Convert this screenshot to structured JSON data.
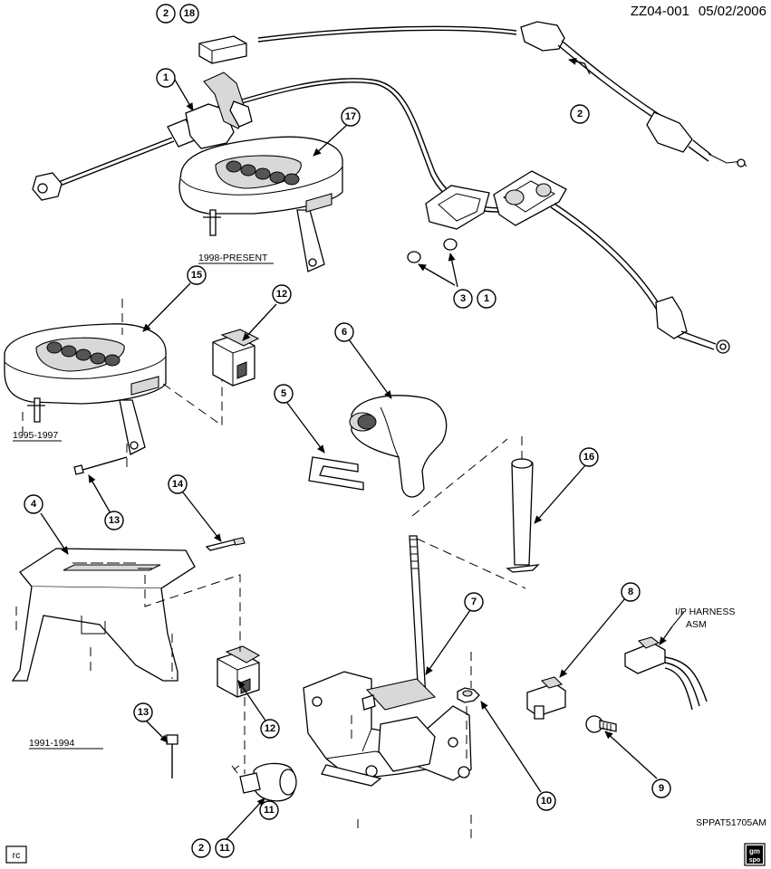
{
  "header": {
    "code": "ZZ04-001",
    "date": "05/02/2006"
  },
  "footer": {
    "figure_id": "SPPAT51705AM",
    "rc_label": "rc",
    "logo_top": "gm",
    "logo_bottom": "spo"
  },
  "labels": {
    "range_1998": "1998-PRESENT",
    "range_1995": "1995-1997",
    "range_1991": "1991-1994",
    "harness_line1": "I/P HARNESS",
    "harness_line2": "ASM"
  },
  "callouts": [
    "2",
    "18",
    "1",
    "2",
    "17",
    "3",
    "1",
    "15",
    "12",
    "6",
    "5",
    "16",
    "4",
    "14",
    "13",
    "7",
    "8",
    "12",
    "13",
    "10",
    "9",
    "11",
    "2",
    "11"
  ]
}
